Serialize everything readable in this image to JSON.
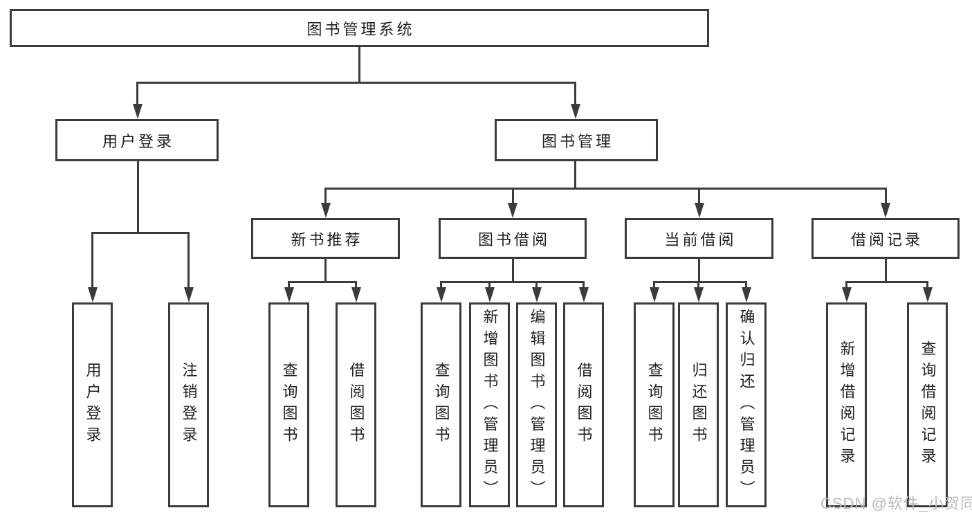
{
  "diagram": {
    "title": "图书管理系统"
  },
  "level1": {
    "user_login": "用户登录",
    "book_mgmt": "图书管理"
  },
  "level2": {
    "recommend": "新书推荐",
    "borrow": "图书借阅",
    "current": "当前借阅",
    "records": "借阅记录"
  },
  "leaves": {
    "login": [
      "用户登录",
      "注销登录"
    ],
    "recommend": [
      "查询图书",
      "借阅图书"
    ],
    "borrow": [
      "查询图书",
      "新增图书（管理员）",
      "编辑图书（管理员）",
      "借阅图书"
    ],
    "current": [
      "查询图书",
      "归还图书",
      "确认归还（管理员）"
    ],
    "records": [
      "新增借阅记录",
      "查询借阅记录"
    ]
  },
  "watermark": "CSDN @软件_小贺同学",
  "colors": {
    "line": "#3b3b3b",
    "text": "#1f1f1f",
    "watermark": "#b9b9b9",
    "background": "#ffffff"
  }
}
